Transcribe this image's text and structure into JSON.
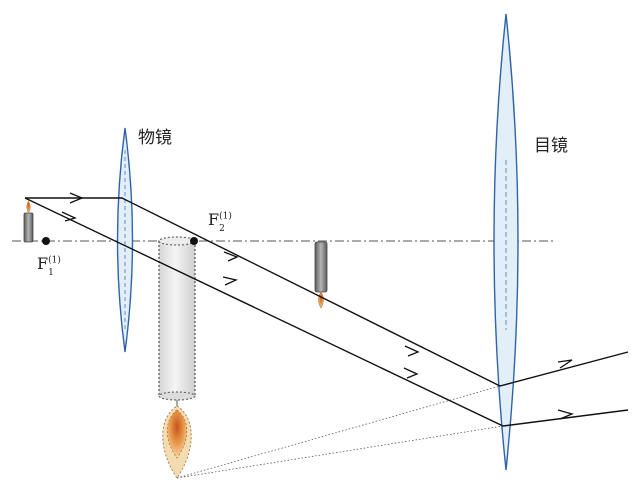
{
  "labels": {
    "objective": "物镜",
    "eyepiece": "目镜",
    "focus_objective_left": {
      "letter": "F",
      "sub": "1",
      "sup": "(1)"
    },
    "focus_objective_right": {
      "letter": "F",
      "sub": "2",
      "sup": "(1)"
    }
  },
  "colors": {
    "lens_fill": "#e2eef8",
    "lens_stroke": "#2f64a6",
    "ray": "#111111",
    "axis": "#555555",
    "candle_body": "#7a7a7a",
    "image_tube_fill": "#e6e6e6",
    "flame_outer": "#f3dcb0",
    "flame_inner": "#d26a2c"
  }
}
